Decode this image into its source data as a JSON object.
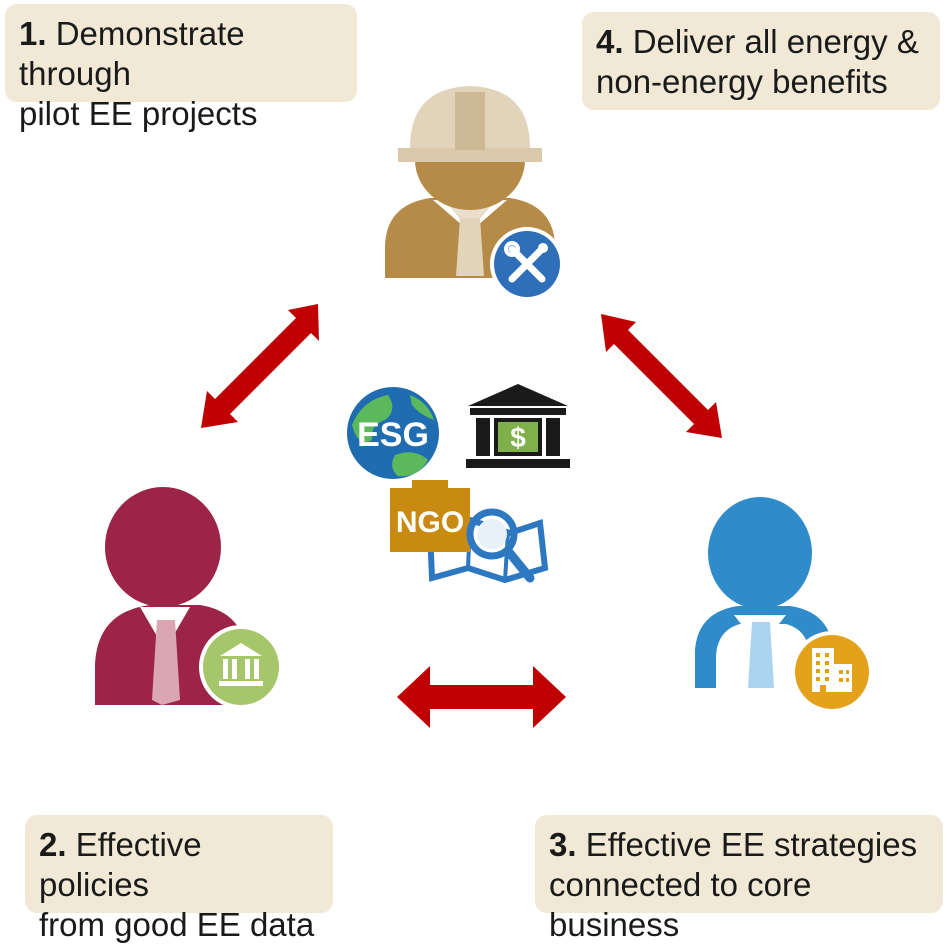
{
  "boxes": {
    "step1": {
      "num": "1.",
      "line1": " Demonstrate through",
      "line2": "pilot EE projects"
    },
    "step4": {
      "num": "4.",
      "line1": " Deliver all energy &",
      "line2": "non-energy benefits"
    },
    "step2": {
      "num": "2.",
      "line1": " Effective policies",
      "line2": "from good EE data"
    },
    "step3": {
      "num": "3.",
      "line1": " Effective EE strategies",
      "line2": "connected to core business"
    }
  },
  "center_labels": {
    "esg": "ESG",
    "ngo": "NGO",
    "dollar": "$"
  },
  "colors": {
    "box_bg": "#f2e8d6",
    "arrow": "#c00000",
    "engineer": "#b68a47",
    "engineer_light": "#e2d4bb",
    "government": "#9b2448",
    "business": "#2f8bc9",
    "tool_badge": "#2f6fba",
    "gov_badge": "#a6c66b",
    "biz_badge": "#e3a21a",
    "ngo": "#c98a12",
    "map": "#2e78c2"
  },
  "icons": [
    "engineer-person-icon",
    "tools-badge-icon",
    "government-person-icon",
    "government-badge-icon",
    "business-person-icon",
    "building-badge-icon",
    "esg-globe-icon",
    "bank-dollar-icon",
    "ngo-map-search-icon"
  ]
}
